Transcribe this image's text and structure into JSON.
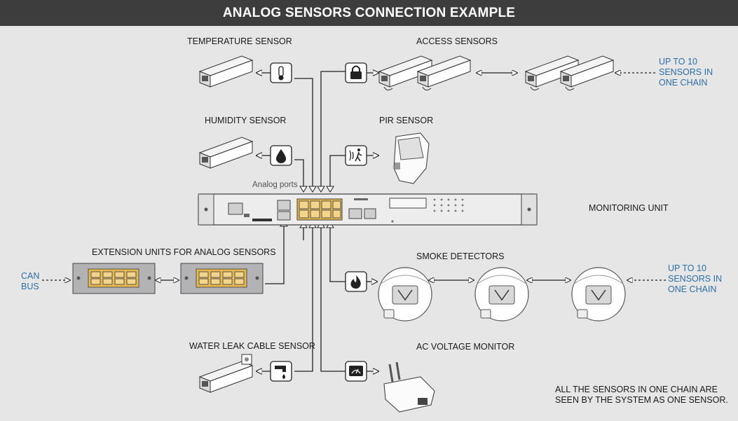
{
  "title": "ANALOG SENSORS CONNECTION  EXAMPLE",
  "labels": {
    "temperature": "TEMPERATURE SENSOR",
    "access": "ACCESS SENSORS",
    "humidity": "HUMIDITY SENSOR",
    "pir": "PIR SENSOR",
    "analog_ports": "Analog ports",
    "monitoring_unit": "MONITORING UNIT",
    "extension_units": "EXTENSION UNITS FOR ANALOG SENSORS",
    "smoke": "SMOKE DETECTORS",
    "water_leak": "WATER LEAK CABLE SENSOR",
    "ac_voltage": "AC VOLTAGE MONITOR"
  },
  "chain_notes": {
    "access_line1": "UP TO 10",
    "access_line2": "SENSORS IN",
    "access_line3": "ONE CHAIN",
    "smoke_line1": "UP TO 10",
    "smoke_line2": "SENSORS IN",
    "smoke_line3": "ONE CHAIN"
  },
  "can_bus": {
    "line1": "CAN",
    "line2": "BUS"
  },
  "footnote": {
    "line1": "ALL THE SENSORS IN ONE CHAIN ARE",
    "line2": "SEEN BY THE SYSTEM AS ONE SENSOR."
  },
  "icons": [
    "thermometer-icon",
    "lock-icon",
    "water-drop-icon",
    "motion-icon",
    "flame-icon",
    "faucet-icon",
    "voltage-meter-icon"
  ],
  "colors": {
    "port_yellow": "#e8b84a",
    "chain_text_blue": "#2d6fa7",
    "title_bar": "#3d3d3e"
  }
}
